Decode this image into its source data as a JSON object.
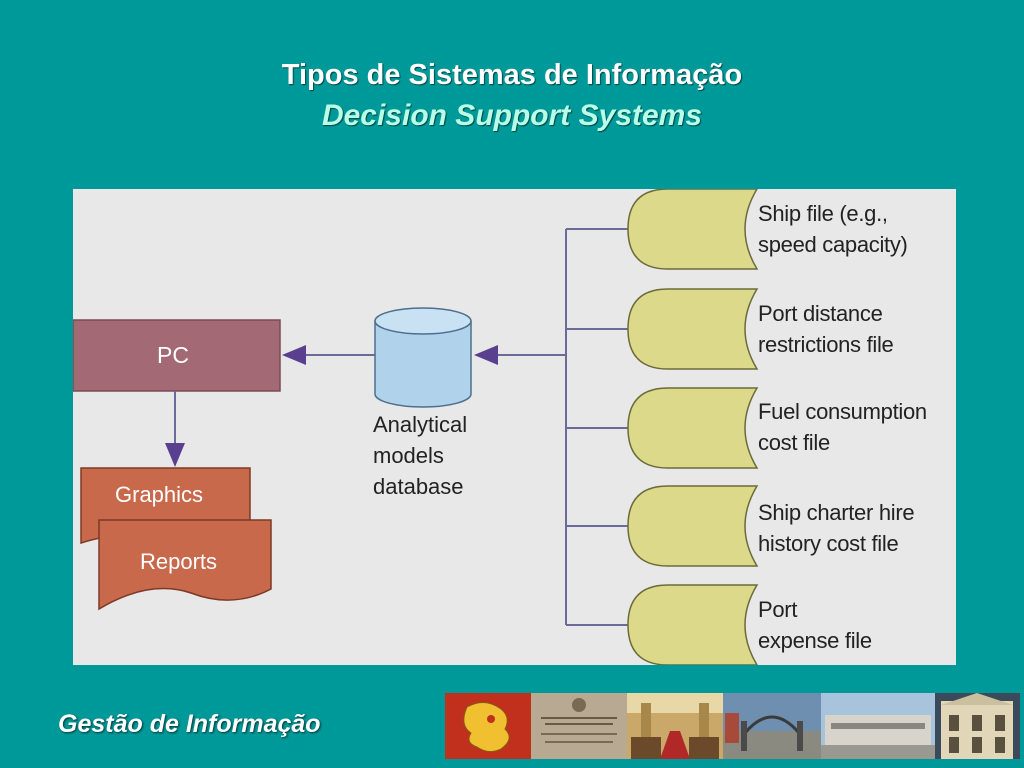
{
  "slide": {
    "title": "Tipos de Sistemas de Informação",
    "subtitle": "Decision Support Systems",
    "footer": "Gestão de Informação"
  },
  "diagram": {
    "pc_label": "PC",
    "graphics_label": "Graphics",
    "reports_label": "Reports",
    "database_label": [
      "Analytical",
      "models",
      "database"
    ],
    "files": [
      [
        "Ship file (e.g.,",
        "speed capacity)"
      ],
      [
        "Port distance",
        "restrictions file"
      ],
      [
        "Fuel consumption",
        "cost file"
      ],
      [
        "Ship charter hire",
        "history cost file"
      ],
      [
        "Port",
        "expense file"
      ]
    ]
  },
  "colors": {
    "background": "#009999",
    "panel": "#e8e8e8",
    "pc_box": "#a36a75",
    "documents": "#c8694c",
    "database": "#b0d2ea",
    "files": "#dcd98a",
    "connector": "#6b6b9a",
    "subtitle": "#b8ffe8"
  }
}
